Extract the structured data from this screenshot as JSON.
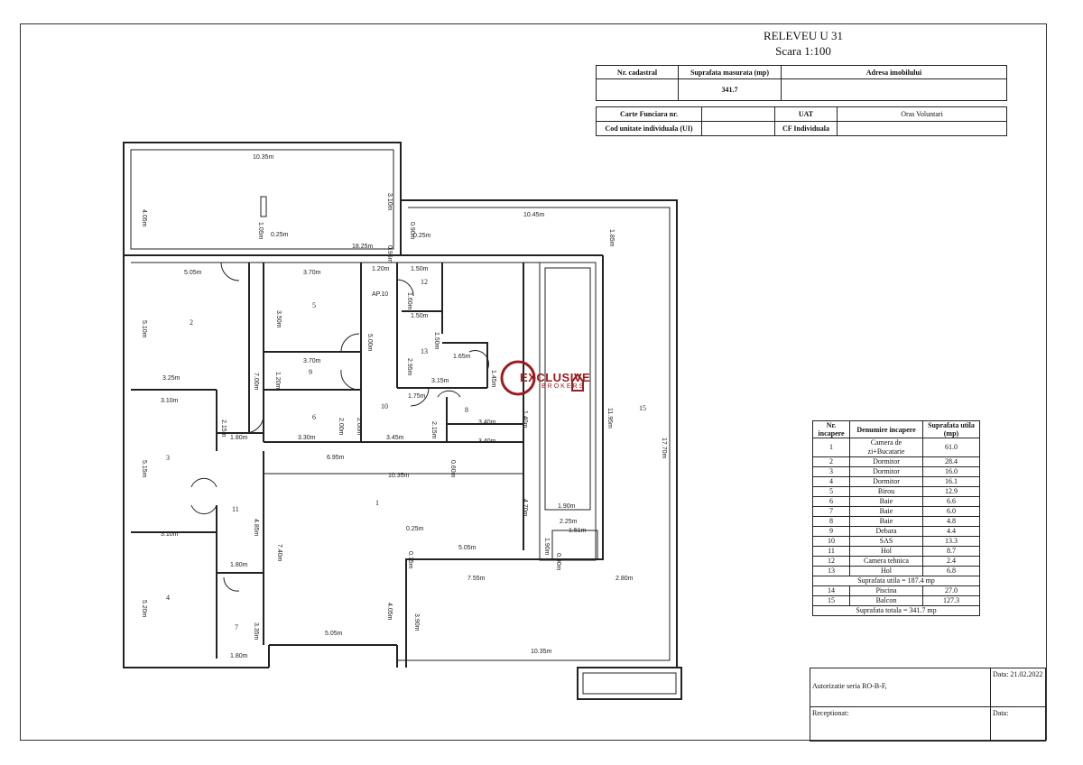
{
  "header": {
    "title": "RELEVEU U 31",
    "scale": "Scara 1:100"
  },
  "info_table": {
    "h_cadastral": "Nr. cadastral",
    "h_surface": "Suprafata masurata (mp)",
    "h_address": "Adresa imobilului",
    "v_cadastral": "",
    "v_surface": "341.7",
    "v_address": "",
    "h_cf": "Carte Funciara nr.",
    "v_cf": "",
    "h_uat": "UAT",
    "v_uat": "Oras Voluntari",
    "h_cod": "Cod unitate individuala (UI)",
    "v_cod": "",
    "h_cf_ind": "CF Individuala",
    "v_cf_ind": ""
  },
  "room_table": {
    "h_nr": "Nr. incapere",
    "h_name": "Denumire incapere",
    "h_area": "Suprafata utila (mp)",
    "rows": [
      {
        "nr": "1",
        "name": "Camera de zi+Bucatarie",
        "area": "61.0"
      },
      {
        "nr": "2",
        "name": "Dormitor",
        "area": "28.4"
      },
      {
        "nr": "3",
        "name": "Dormitor",
        "area": "16.0"
      },
      {
        "nr": "4",
        "name": "Dormitor",
        "area": "16.1"
      },
      {
        "nr": "5",
        "name": "Birou",
        "area": "12.9"
      },
      {
        "nr": "6",
        "name": "Baie",
        "area": "6.6"
      },
      {
        "nr": "7",
        "name": "Baie",
        "area": "6.0"
      },
      {
        "nr": "8",
        "name": "Baie",
        "area": "4.8"
      },
      {
        "nr": "9",
        "name": "Debara",
        "area": "4.4"
      },
      {
        "nr": "10",
        "name": "SAS",
        "area": "13.3"
      },
      {
        "nr": "11",
        "name": "Hol",
        "area": "8.7"
      },
      {
        "nr": "12",
        "name": "Camera tehnica",
        "area": "2.4"
      },
      {
        "nr": "13",
        "name": "Hol",
        "area": "6.8"
      }
    ],
    "subtotal": "Suprafata utila = 187.4 mp",
    "rows2": [
      {
        "nr": "14",
        "name": "Piscina",
        "area": "27.0"
      },
      {
        "nr": "15",
        "name": "Balcon",
        "area": "127.3"
      }
    ],
    "total": "Suprafata totala = 341.7 mp"
  },
  "authorization": {
    "auth_label": "Autorizatie seria RO-B-F,",
    "date_label": "Data: 21.02.2022",
    "receptionat": "Receptionat:",
    "data2": "Data:"
  },
  "watermark": {
    "line1": "EXCLUSIVE",
    "line2": "BROKERS",
    "color": "#9b1d20"
  },
  "plan": {
    "ap_label": "AP.10",
    "room_numbers": [
      "1",
      "2",
      "3",
      "4",
      "5",
      "6",
      "7",
      "8",
      "9",
      "10",
      "11",
      "12",
      "13",
      "15"
    ],
    "dims": [
      "10.35m",
      "4.05m",
      "3.10m",
      "1.05m",
      "0.25m",
      "0.90m",
      "0.25m",
      "10.45m",
      "1.85m",
      "18.25m",
      "0.95m",
      "5.05m",
      "3.70m",
      "1.20m",
      "1.50m",
      "1.60m",
      "3.50m",
      "5.00m",
      "5.10m",
      "7.00m",
      "1.50m",
      "1.50m",
      "2.95m",
      "1.65m",
      "1.45m",
      "3.70m",
      "1.20m",
      "3.25m",
      "3.15m",
      "1.75m",
      "3.10m",
      "2.15m",
      "2.00m",
      "2.00m",
      "2.15m",
      "3.40m",
      "1.40m",
      "11.95m",
      "17.70m",
      "1.80m",
      "3.30m",
      "3.45m",
      "3.40m",
      "6.95m",
      "0.60m",
      "10.35m",
      "5.15m",
      "4.85m",
      "4.70m",
      "1.90m",
      "2.25m",
      "1.51m",
      "1.90m",
      "0.90m",
      "3.10m",
      "0.25m",
      "0.75m",
      "5.05m",
      "7.40m",
      "4.05m",
      "1.80m",
      "7.55m",
      "2.80m",
      "5.20m",
      "3.35m",
      "3.90m",
      "5.05m",
      "10.35m",
      "1.80m"
    ]
  }
}
